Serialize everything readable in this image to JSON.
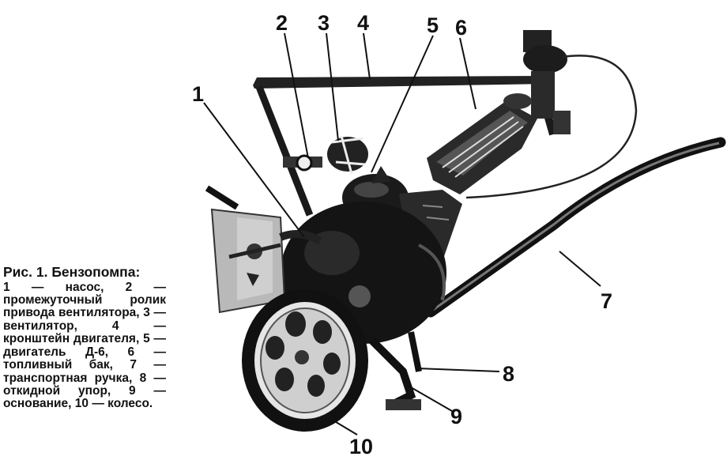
{
  "caption": {
    "title": "Рис. 1. Бензопомпа:",
    "body": "1 — насос, 2 — промежуточный ролик привода вентилятора, 3 — вентилятор, 4 — кронштейн двигателя, 5 — двигатель Д-6, 6 — топливный бак, 7 — транспортная ручка, 8 — откидной упор, 9 — основание, 10 — колесо."
  },
  "callouts": {
    "c1": "1",
    "c2": "2",
    "c3": "3",
    "c4": "4",
    "c5": "5",
    "c6": "6",
    "c7": "7",
    "c8": "8",
    "c9": "9",
    "c10": "10"
  }
}
